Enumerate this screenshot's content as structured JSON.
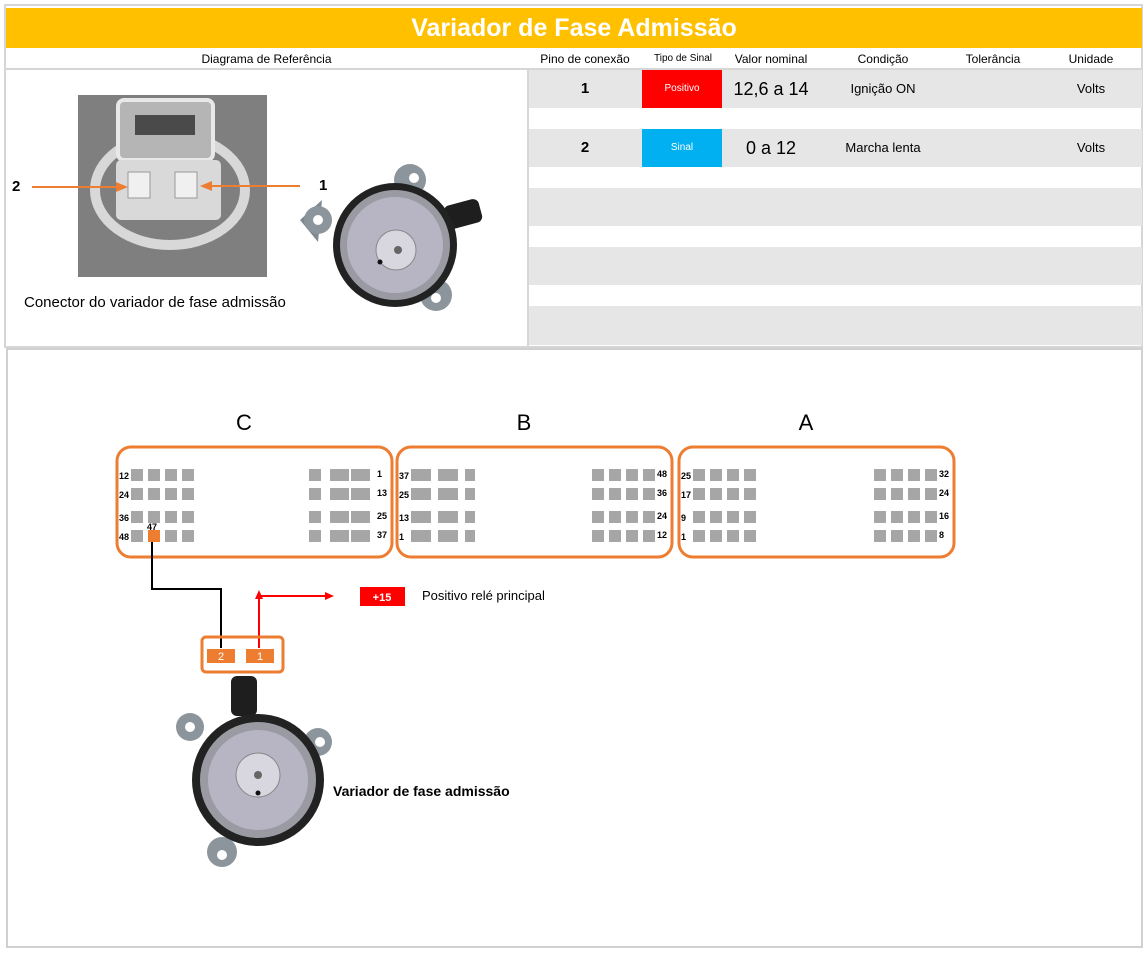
{
  "header": {
    "title": "Variador de Fase Admissão"
  },
  "columns": {
    "diagram": "Diagrama de Referência",
    "pin": "Pino de conexão",
    "signal_type": "Tipo de Sinal",
    "nominal": "Valor nominal",
    "condition": "Condição",
    "tolerance": "Tolerância",
    "unit": "Unidade"
  },
  "rows": [
    {
      "pin": "1",
      "signal_type": "Positivo",
      "signal_color": "#ff0000",
      "nominal": "12,6 a 14",
      "condition": "Ignição ON",
      "tolerance": "",
      "unit": "Volts"
    },
    {
      "pin": "2",
      "signal_type": "Sinal",
      "signal_color": "#00b0f0",
      "nominal": "0 a 12",
      "condition": "Marcha lenta",
      "tolerance": "",
      "unit": "Volts"
    }
  ],
  "reference": {
    "caption": "Conector do variador de fase admissão",
    "label_pin1": "1",
    "label_pin2": "2"
  },
  "diagram": {
    "connectors": [
      {
        "name": "C",
        "left_labels": [
          "12",
          "24",
          "36",
          "48"
        ],
        "right_labels": [
          "1",
          "13",
          "25",
          "37"
        ],
        "highlight": "47"
      },
      {
        "name": "B",
        "left_labels": [
          "37",
          "25",
          "13",
          "1"
        ],
        "right_labels": [
          "48",
          "36",
          "24",
          "12"
        ]
      },
      {
        "name": "A",
        "left_labels": [
          "25",
          "17",
          "9",
          "1"
        ],
        "right_labels": [
          "32",
          "24",
          "16",
          "8"
        ]
      }
    ],
    "plug_pins": [
      "2",
      "1"
    ],
    "supply_label": "+15",
    "supply_desc": "Positivo relé principal",
    "component": "Variador de fase admissão"
  },
  "colors": {
    "accent": "#ffc000",
    "connector": "#ed7d31",
    "wire_positive": "#ff0000",
    "wire_signal": "#000000"
  }
}
